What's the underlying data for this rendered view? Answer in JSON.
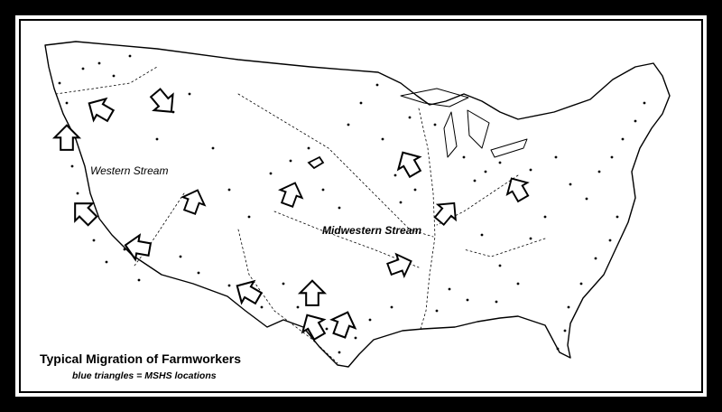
{
  "map": {
    "streams": {
      "western": "Western Stream",
      "midwestern": "Midwestern Stream"
    },
    "legend": {
      "title": "Typical Migration of Farmworkers",
      "subtitle": "blue triangles = MSHS locations"
    },
    "arrow_icon": "outline-arrow-icon",
    "colors": {
      "frame": "#000000",
      "background": "#ffffff",
      "ink": "#000000"
    }
  }
}
